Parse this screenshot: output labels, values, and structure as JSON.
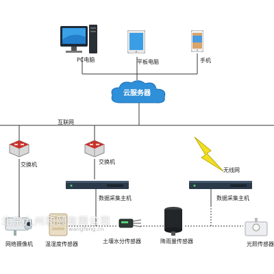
{
  "devices": {
    "pc": "PC电脑",
    "tablet": "平板电脑",
    "phone": "手机"
  },
  "cloud": "云服务器",
  "internet": "互联网",
  "wireless": "无线网",
  "switches": [
    "交换机",
    "交换机"
  ],
  "hosts": [
    "数据采集主机",
    "数据采集主机"
  ],
  "sensors": {
    "camera": "网络摄像机",
    "temp_humidity": "温湿度传感器",
    "soil_moisture": "土壤水分传感器",
    "rain": "降雨量传感器",
    "light": "光照传感器"
  },
  "watermark": "北京九州和颐有限公司",
  "watermark_url": "wangfeng.cn",
  "colors": {
    "cloud": "#2f8fd8",
    "lightning": "#f2e020",
    "switch": "#c8302a",
    "host": "#2b3a4a"
  }
}
